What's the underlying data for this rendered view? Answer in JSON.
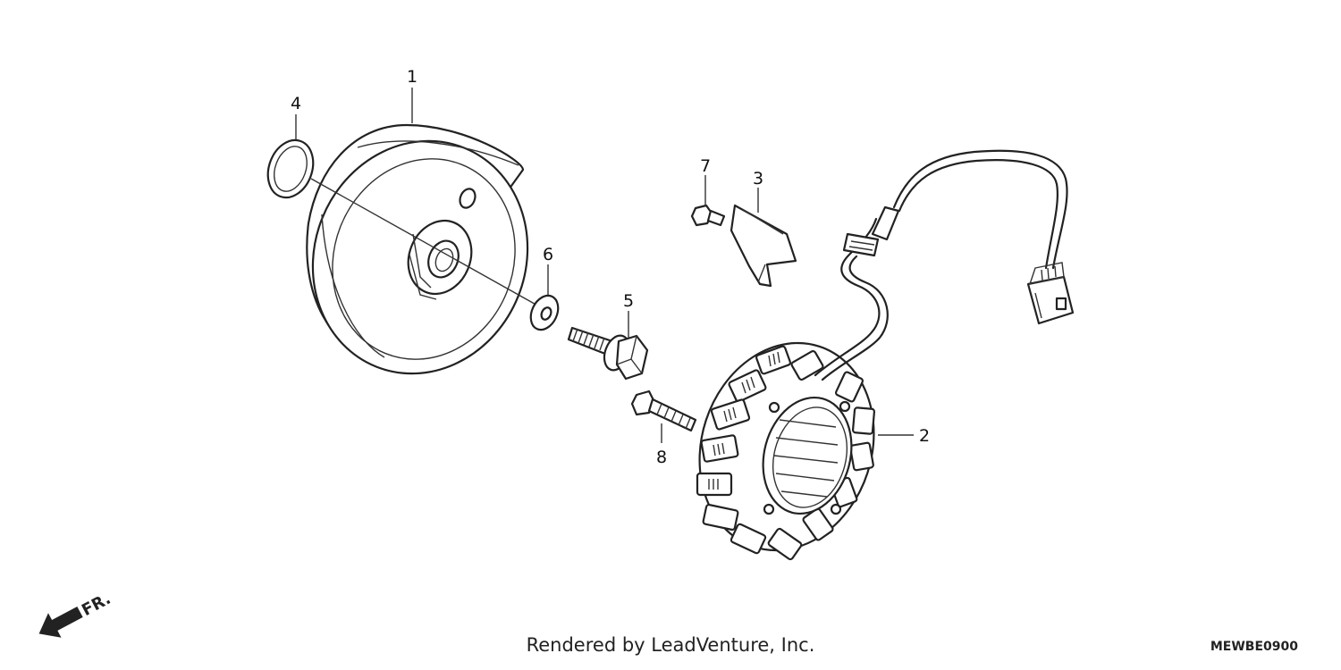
{
  "callouts": {
    "c1": "1",
    "c2": "2",
    "c3": "3",
    "c4": "4",
    "c5": "5",
    "c6": "6",
    "c7": "7",
    "c8": "8"
  },
  "direction_label": "FR.",
  "footer": {
    "credit": "Rendered by LeadVenture, Inc.",
    "code": "MEWBE0900"
  }
}
